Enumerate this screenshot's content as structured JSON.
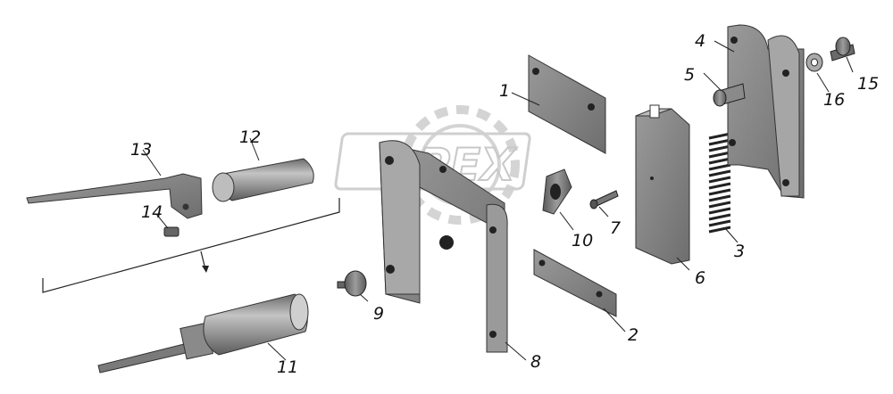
{
  "diagram": {
    "watermark_text": "OPEX",
    "callouts": [
      {
        "id": "c1",
        "label": "1"
      },
      {
        "id": "c2",
        "label": "2"
      },
      {
        "id": "c3",
        "label": "3"
      },
      {
        "id": "c4",
        "label": "4"
      },
      {
        "id": "c5",
        "label": "5"
      },
      {
        "id": "c6",
        "label": "6"
      },
      {
        "id": "c7",
        "label": "7"
      },
      {
        "id": "c8",
        "label": "8"
      },
      {
        "id": "c9",
        "label": "9"
      },
      {
        "id": "c10",
        "label": "10"
      },
      {
        "id": "c11",
        "label": "11"
      },
      {
        "id": "c12",
        "label": "12"
      },
      {
        "id": "c13",
        "label": "13"
      },
      {
        "id": "c14",
        "label": "14"
      },
      {
        "id": "c15",
        "label": "15"
      },
      {
        "id": "c16",
        "label": "16"
      }
    ]
  }
}
